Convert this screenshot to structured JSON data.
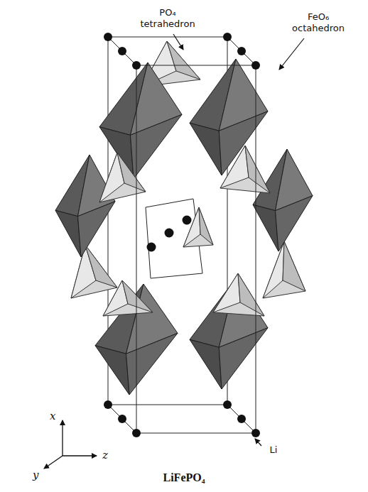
{
  "diagram": {
    "caption": "LiFePO₄",
    "labels": [
      "PO₄ tetrahedron",
      "FeO₆ octahedron",
      "Li",
      "x",
      "y",
      "z"
    ]
  }
}
